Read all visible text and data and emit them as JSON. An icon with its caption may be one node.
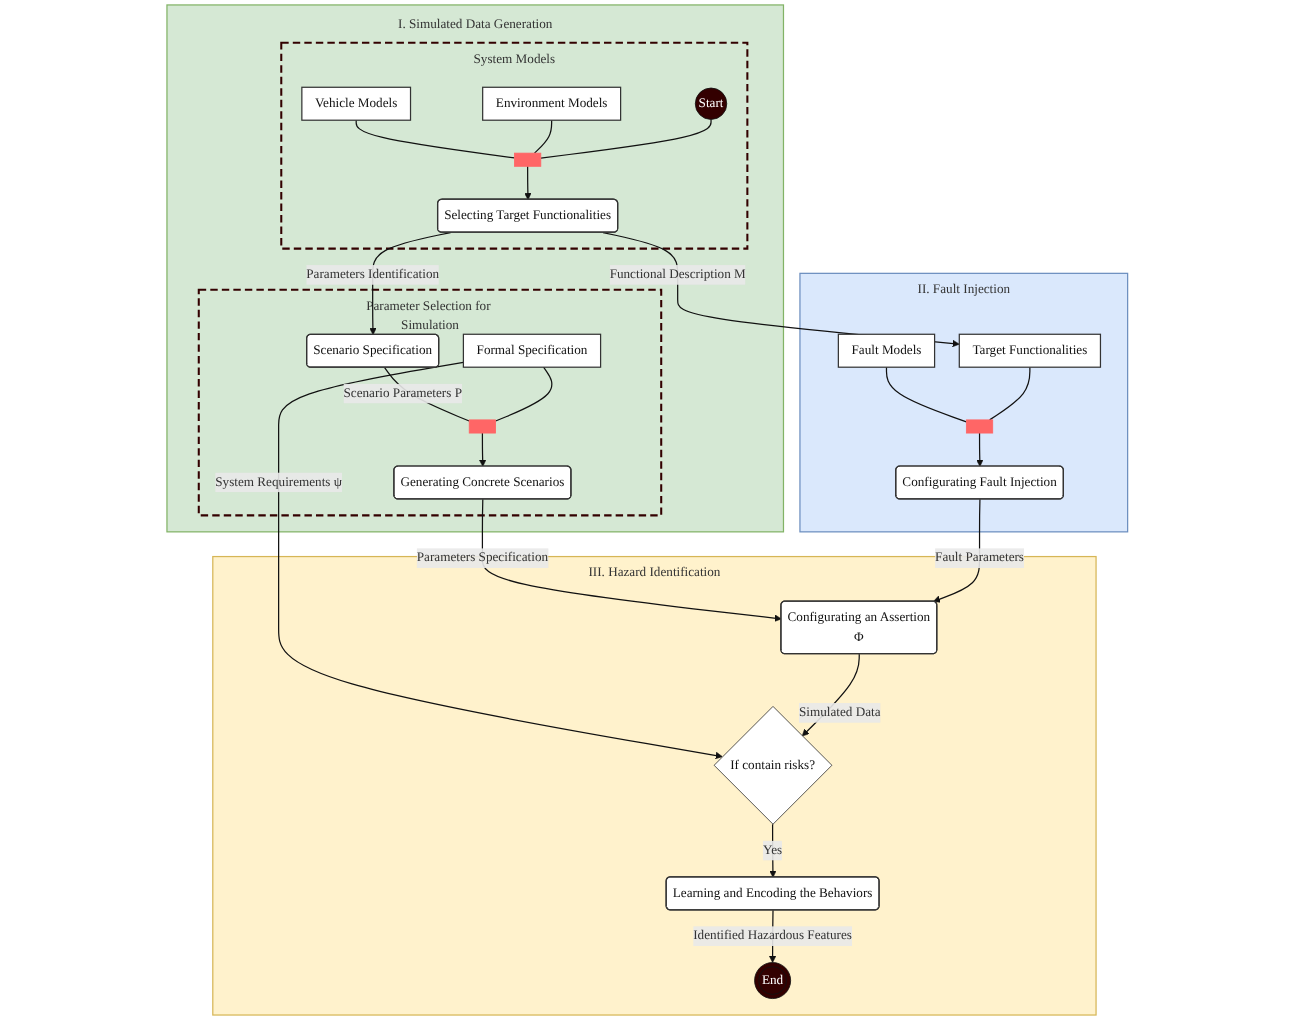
{
  "diagram": {
    "nodes": [
      {
        "text": [
          "I. Simulated Data Generation"
        ]
      },
      {
        "text": [
          "System Models"
        ],
        "in": 0
      },
      {
        "text": [
          "Vehicle Models"
        ],
        "in": 1
      },
      {
        "text": [
          "Start"
        ],
        "in": 1
      },
      {
        "text": [
          "Environment Models"
        ],
        "in": 1
      },
      {
        "text": [],
        "shape": "bar",
        "in": 1
      },
      {
        "text": [
          "Selecting Target Functionalities"
        ],
        "in": 1
      },
      {
        "text": [
          "Parameter Selection for Simulation"
        ],
        "in": 0
      },
      {
        "text": [
          "Scenario Specification"
        ],
        "in": 7
      },
      {
        "text": [
          "Formal Specification"
        ],
        "in": 7
      },
      {
        "text": [],
        "shape": "bar",
        "in": 7
      },
      {
        "text": [
          "Generating Concrete Scenarios"
        ],
        "in": 7
      },
      {
        "text": [
          "II. Fault Injection"
        ]
      },
      {
        "text": [
          "Fault Models"
        ],
        "in": 12
      },
      {
        "text": [
          "Target Functionalities"
        ],
        "in": 12
      },
      {
        "text": [],
        "shape": "bar",
        "in": 12
      },
      {
        "text": [
          "Configurating Fault Injection"
        ],
        "in": 12
      },
      {
        "text": [
          "III. Hazard Identification"
        ]
      },
      {
        "text": [
          "Configurating an Assertion",
          "Φ"
        ],
        "in": 17
      },
      {
        "text": [
          "If contain risks?"
        ],
        "in": 17
      },
      {
        "text": [
          "Learning and Encoding the Behaviors"
        ],
        "in": 17
      },
      {
        "text": [
          "End"
        ],
        "in": 17
      }
    ],
    "edges": [
      {
        "from": 2,
        "to": 5,
        "arrow": "none"
      },
      {
        "from": 4,
        "to": 5,
        "arrow": "none"
      },
      {
        "from": 3,
        "to": 5,
        "arrow": "none"
      },
      {
        "from": 5,
        "to": 6,
        "arrow": "to"
      },
      {
        "from": 6,
        "to": 8,
        "arrow": "to",
        "label": "Parameters Identification"
      },
      {
        "from": 6,
        "to": 14,
        "arrow": "to",
        "label": "Functional Description M"
      },
      {
        "from": 8,
        "to": 10,
        "arrow": "none",
        "label": "Scenario Parameters P"
      },
      {
        "from": 9,
        "to": 10,
        "arrow": "none"
      },
      {
        "from": 10,
        "to": 11,
        "arrow": "to"
      },
      {
        "from": 11,
        "to": 18,
        "arrow": "to",
        "label": "Parameters Specification"
      },
      {
        "from": 9,
        "to": 19,
        "arrow": "to",
        "label": "System Requirements ψ"
      },
      {
        "from": 13,
        "to": 15,
        "arrow": "none"
      },
      {
        "from": 14,
        "to": 15,
        "arrow": "none"
      },
      {
        "from": 15,
        "to": 16,
        "arrow": "to"
      },
      {
        "from": 16,
        "to": 18,
        "arrow": "to",
        "label": "Fault Parameters"
      },
      {
        "from": 18,
        "to": 19,
        "arrow": "to",
        "label": "Simulated Data"
      },
      {
        "from": 19,
        "to": 20,
        "arrow": "to",
        "label": "Yes"
      },
      {
        "from": 20,
        "to": 21,
        "arrow": "to",
        "label": "Identified Hazardous Features"
      }
    ]
  }
}
